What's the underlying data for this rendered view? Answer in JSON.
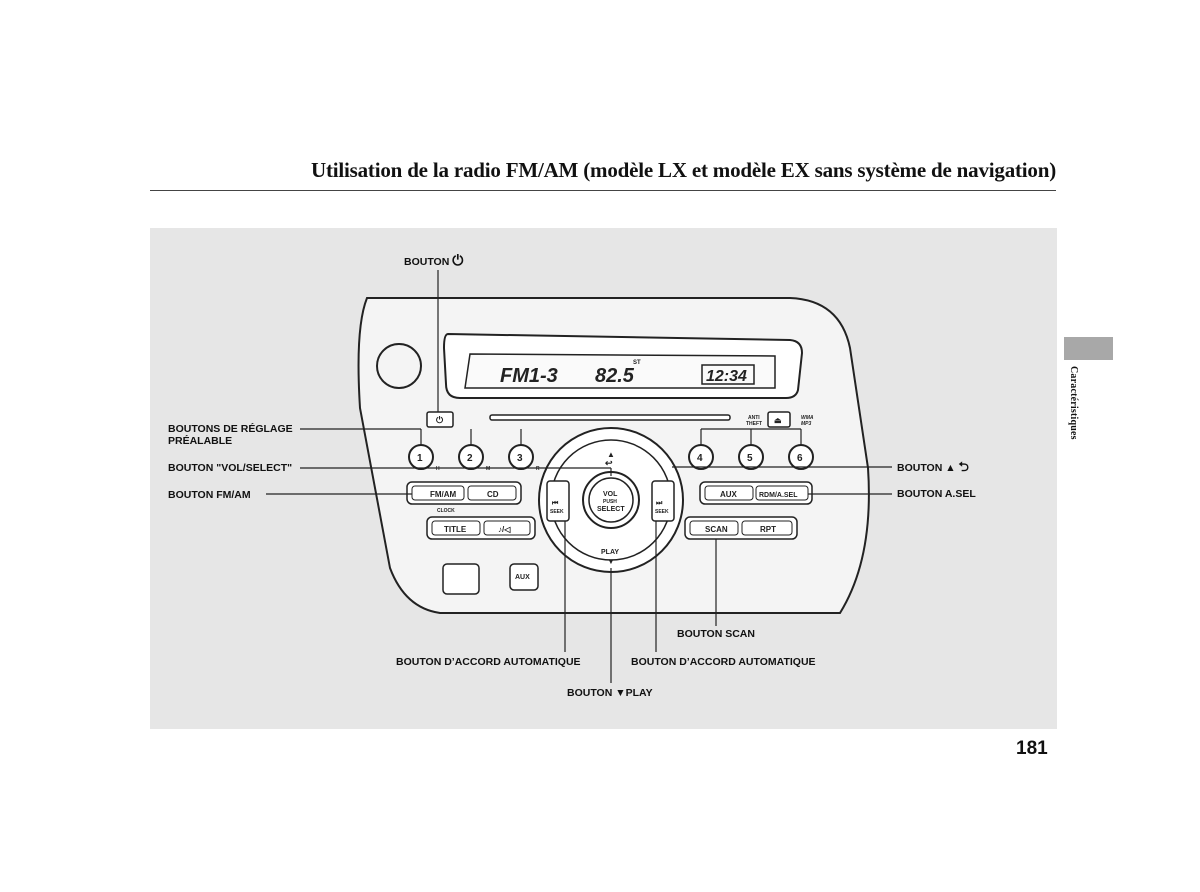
{
  "page": {
    "title": "Utilisation de la radio FM/AM (modèle LX et modèle EX sans système de navigation)",
    "side_label": "Caractéristiques",
    "page_number": "181"
  },
  "labels": {
    "power": "BOUTON",
    "preset": "BOUTONS DE RÉGLAGE\nPRÉALABLE",
    "vol_select": "BOUTON \"VOL/SELECT\"",
    "fm_am": "BOUTON FM/AM",
    "up_back": "BOUTON ▲",
    "asel": "BOUTON A.SEL",
    "scan": "BOUTON SCAN",
    "seek_left": "BOUTON D’ACCORD AUTOMATIQUE",
    "seek_right": "BOUTON D’ACCORD AUTOMATIQUE",
    "play": "BOUTON ▼PLAY"
  },
  "radio": {
    "display_band": "FM1-3",
    "display_freq": "82.5",
    "display_st": "ST",
    "display_clock": "12:34",
    "presets": [
      "1",
      "2",
      "3",
      "4",
      "5",
      "6"
    ],
    "preset_subs": [
      "H",
      "M",
      "R"
    ],
    "btn_fmam": "FM/AM",
    "btn_cd": "CD",
    "clock_label": "CLOCK",
    "btn_title": "TITLE",
    "btn_note": "♪/◁",
    "btn_aux": "AUX",
    "btn_rdm": "RDM/A.SEL",
    "btn_scan": "SCAN",
    "btn_rpt": "RPT",
    "knob_vol": "VOL",
    "knob_push": "PUSH",
    "knob_select": "SELECT",
    "seek_label": "SEEK",
    "play_label": "PLAY",
    "aux_jack": "AUX",
    "anti_theft": "ANTI\nTHEFT",
    "wma_mp3": "WMA\nMP3"
  }
}
